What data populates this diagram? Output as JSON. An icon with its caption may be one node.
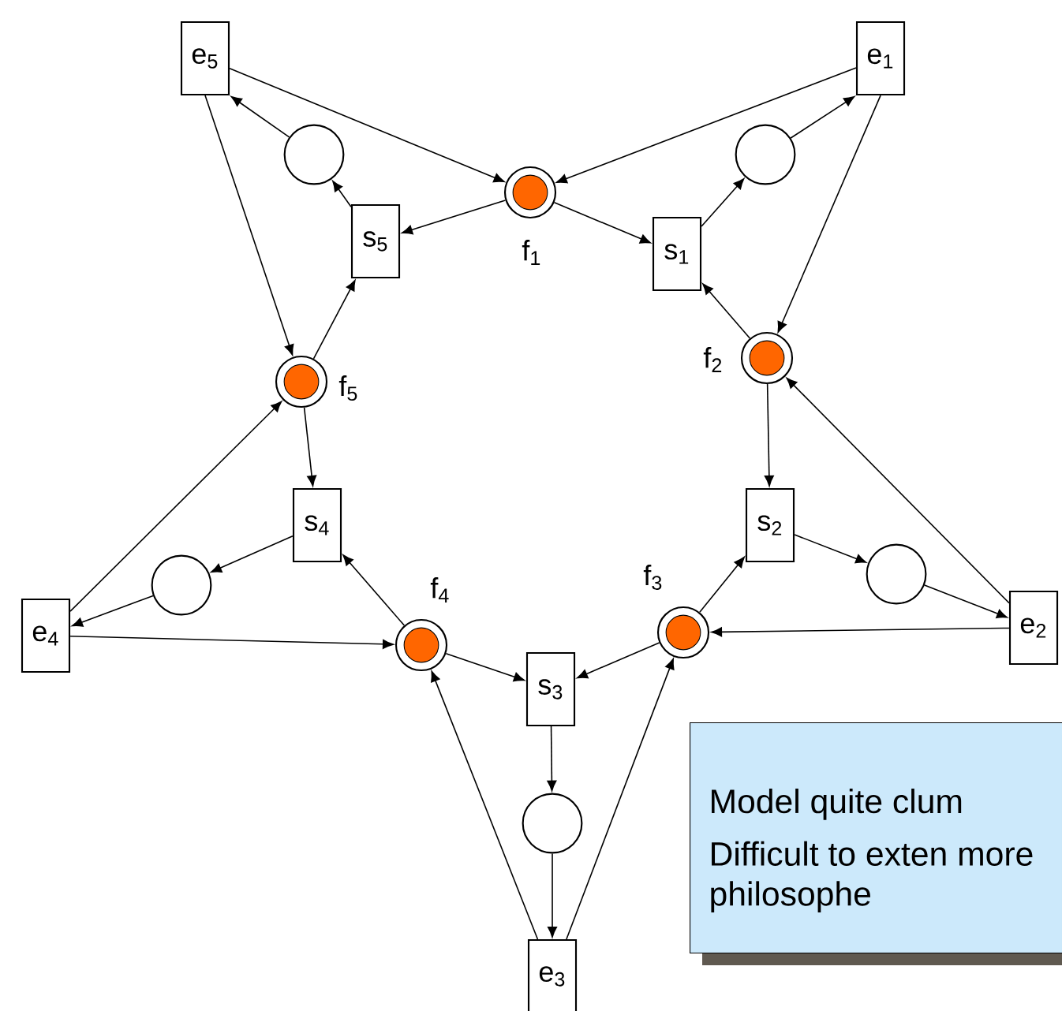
{
  "diagram": {
    "nodes": [
      {
        "text": [
          "e$_{5}$"
        ]
      },
      {
        "text": [
          "e$_{1}$"
        ]
      },
      {
        "text": [],
        "shape": "circle"
      },
      {
        "text": [],
        "shape": "circle"
      },
      {
        "text": [],
        "shape": "circle",
        "beside": [
          "f$_{1}$"
        ]
      },
      {
        "text": [
          "s$_{5}$"
        ]
      },
      {
        "text": [
          "s$_{1}$"
        ]
      },
      {
        "text": [],
        "shape": "circle",
        "beside": [
          "f$_{2}$"
        ]
      },
      {
        "text": [],
        "shape": "circle",
        "beside": [
          "f$_{5}$"
        ]
      },
      {
        "text": [
          "s$_{4}$"
        ]
      },
      {
        "text": [
          "s$_{2}$"
        ]
      },
      {
        "text": [],
        "shape": "circle"
      },
      {
        "text": [],
        "shape": "circle"
      },
      {
        "text": [
          "e$_{2}$"
        ]
      },
      {
        "text": [],
        "shape": "circle",
        "beside": [
          "f$_{3}$"
        ]
      },
      {
        "text": [
          "e$_{4}$"
        ]
      },
      {
        "text": [],
        "shape": "circle",
        "beside": [
          "f$_{4}$"
        ]
      },
      {
        "text": [
          "s$_{3}$"
        ]
      },
      {
        "text": [
          "Model quite clum",
          "Difficult to exten more philosophe"
        ]
      },
      {
        "text": [],
        "shape": "circle"
      },
      {
        "text": [
          "e$_{3}$"
        ]
      }
    ],
    "edges": [
      {
        "from": 0,
        "to": 4,
        "arrow": "to"
      },
      {
        "from": 2,
        "to": 0,
        "arrow": "to"
      },
      {
        "from": 5,
        "to": 2,
        "arrow": "to"
      },
      {
        "from": 4,
        "to": 5,
        "arrow": "to"
      },
      {
        "from": 0,
        "to": 8,
        "arrow": "to"
      },
      {
        "from": 8,
        "to": 5,
        "arrow": "to"
      },
      {
        "from": 1,
        "to": 4,
        "arrow": "to"
      },
      {
        "from": 1,
        "to": 7,
        "arrow": "to"
      },
      {
        "from": 4,
        "to": 6,
        "arrow": "to"
      },
      {
        "from": 7,
        "to": 6,
        "arrow": "to"
      },
      {
        "from": 6,
        "to": 3,
        "arrow": "to"
      },
      {
        "from": 3,
        "to": 1,
        "arrow": "to"
      },
      {
        "from": 7,
        "to": 10,
        "arrow": "to"
      },
      {
        "from": 14,
        "to": 10,
        "arrow": "to"
      },
      {
        "from": 10,
        "to": 11,
        "arrow": "to"
      },
      {
        "from": 11,
        "to": 13,
        "arrow": "to"
      },
      {
        "from": 13,
        "to": 7,
        "arrow": "to"
      },
      {
        "from": 13,
        "to": 14,
        "arrow": "to"
      },
      {
        "from": 14,
        "to": 17,
        "arrow": "to"
      },
      {
        "from": 16,
        "to": 17,
        "arrow": "to"
      },
      {
        "from": 17,
        "to": 19,
        "arrow": "to"
      },
      {
        "from": 19,
        "to": 20,
        "arrow": "to"
      },
      {
        "from": 20,
        "to": 14,
        "arrow": "to"
      },
      {
        "from": 20,
        "to": 16,
        "arrow": "to"
      },
      {
        "from": 16,
        "to": 9,
        "arrow": "to"
      },
      {
        "from": 8,
        "to": 9,
        "arrow": "to"
      },
      {
        "from": 9,
        "to": 12,
        "arrow": "to"
      },
      {
        "from": 12,
        "to": 15,
        "arrow": "to"
      },
      {
        "from": 15,
        "to": 16,
        "arrow": "to"
      },
      {
        "from": 15,
        "to": 8,
        "arrow": "to"
      }
    ]
  }
}
